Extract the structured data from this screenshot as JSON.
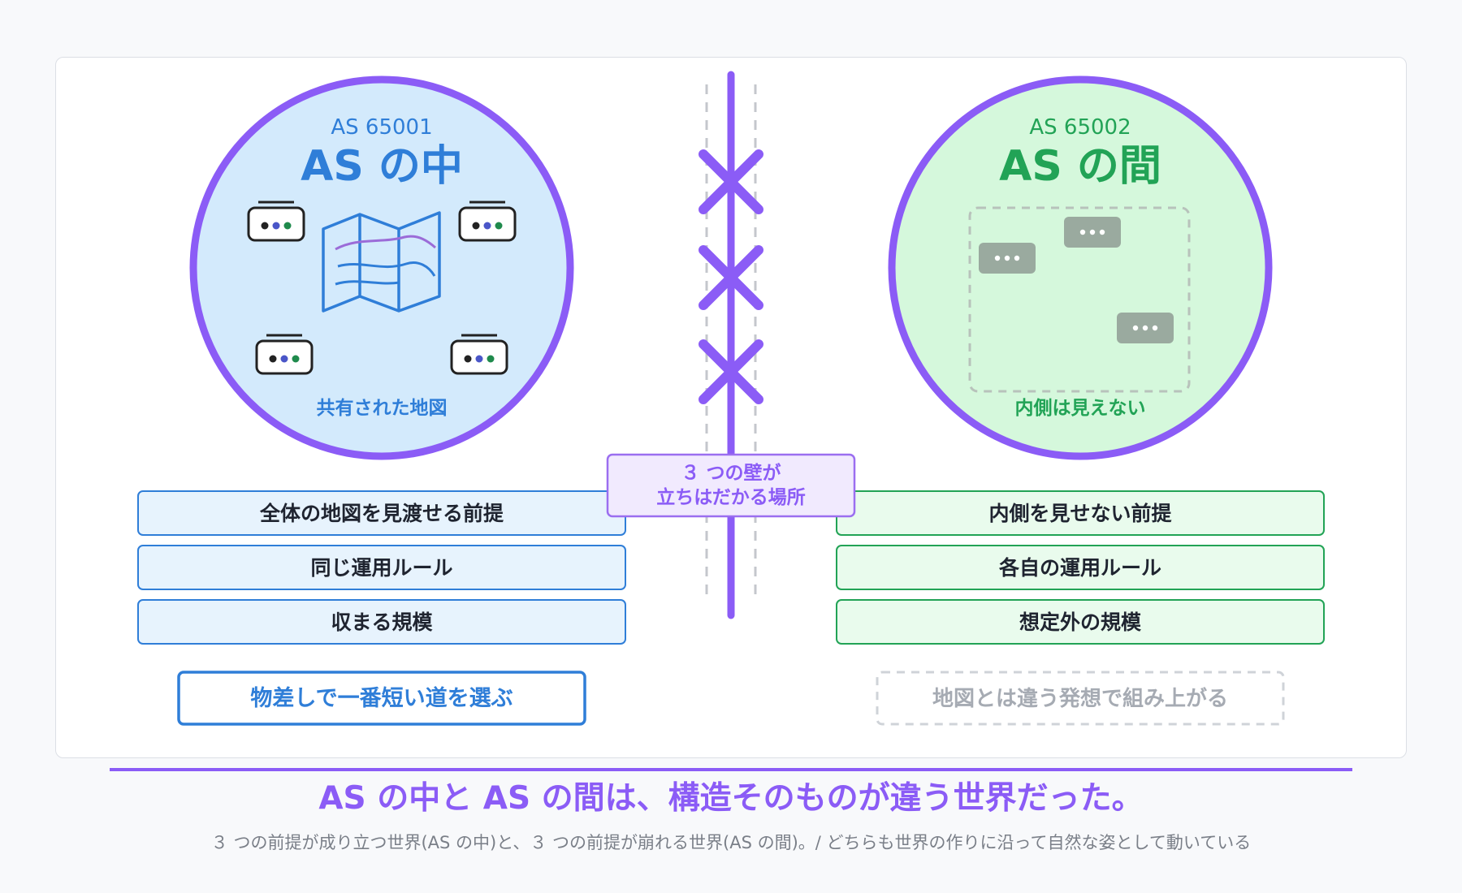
{
  "left": {
    "as_number": "AS 65001",
    "title": "AS の中",
    "caption": "共有された地図",
    "premises": [
      "全体の地図を見渡せる前提",
      "同じ運用ルール",
      "収まる規模"
    ],
    "conclusion": "物差しで一番短い道を選ぶ"
  },
  "right": {
    "as_number": "AS 65002",
    "title": "AS の間",
    "caption": "内側は見えない",
    "premises": [
      "内側を見せない前提",
      "各自の運用ルール",
      "想定外の規模"
    ],
    "conclusion": "地図とは違う発想で組み上がる"
  },
  "center": {
    "label_line1": "３ つの壁が",
    "label_line2": "立ちはだかる場所"
  },
  "footer": {
    "headline": "AS の中と AS の間は、構造そのものが違う世界だった。",
    "subtext": "３ つの前提が成り立つ世界(AS の中)と、３ つの前提が崩れる世界(AS の間)。/ どちらも世界の作りに沿って自然な姿として動いている"
  },
  "colors": {
    "purple": "#8b5cf6",
    "blue": "#2f7ed8",
    "green": "#22a356",
    "left_fill": "#d3eafc",
    "right_fill": "#d5f8dc",
    "gray_router": "#9aaa9f"
  },
  "icons": [
    "router-icon",
    "map-icon",
    "cross-mark-icon"
  ]
}
